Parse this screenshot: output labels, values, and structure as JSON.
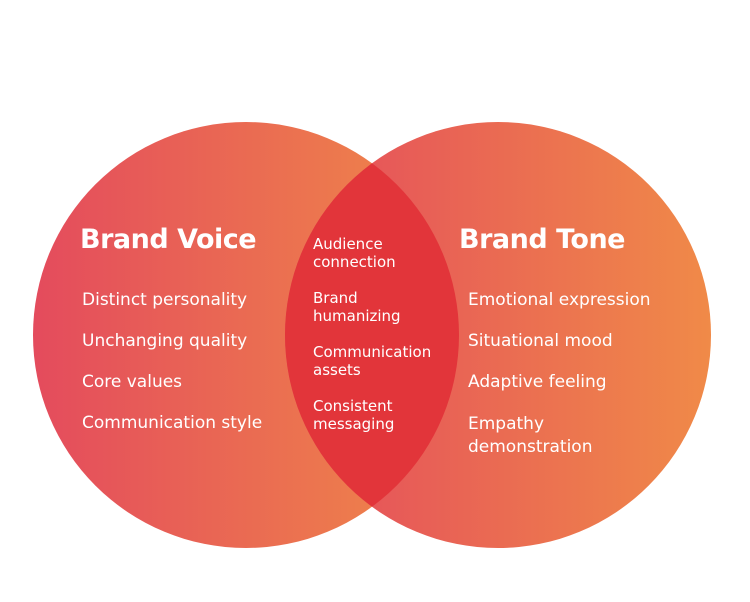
{
  "left": {
    "title": "Brand Voice",
    "items": [
      "Distinct personality",
      "Unchanging quality",
      "Core values",
      "Communication style"
    ]
  },
  "right": {
    "title": "Brand Tone",
    "items": [
      "Emotional expression",
      "Situational mood",
      "Adaptive feeling",
      "Empathy demonstration"
    ]
  },
  "overlap": {
    "items": [
      "Audience connection",
      "Brand humanizing",
      "Communication assets",
      "Consistent messaging"
    ]
  },
  "colors": {
    "start": "#e44b5d",
    "end": "#f08a48",
    "overlap": "#e2353a"
  }
}
